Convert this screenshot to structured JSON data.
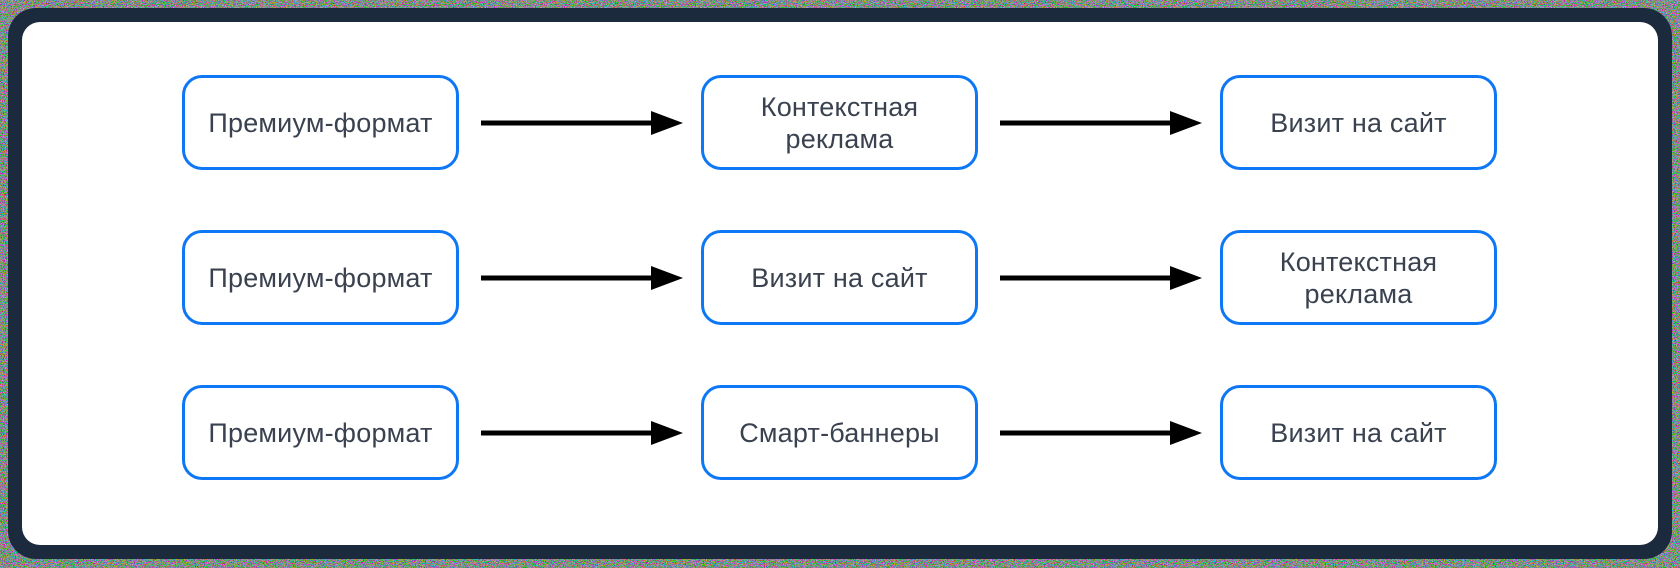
{
  "diagram": {
    "rows": [
      [
        "Премиум-формат",
        "Контекстная реклама",
        "Визит на сайт"
      ],
      [
        "Премиум-формат",
        "Визит на сайт",
        "Контекстная реклама"
      ],
      [
        "Премиум-формат",
        "Смарт-баннеры",
        "Визит на сайт"
      ]
    ]
  },
  "icons": {
    "arrow": "right-arrow-icon"
  },
  "colors": {
    "node_border": "#0e77f6",
    "node_text": "#3a4250",
    "arrow": "#000000",
    "frame": "#1b2b3d",
    "card_background": "#ffffff"
  }
}
